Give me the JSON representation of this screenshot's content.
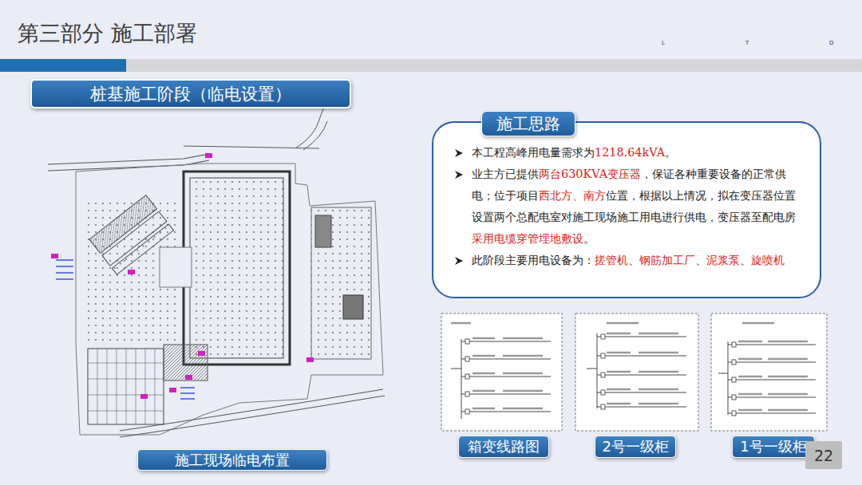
{
  "diagram": {
    "title": "第三部分 施工部署",
    "nodes": [
      {
        "text": [
          "桩基施工阶段（临电设置）"
        ]
      },
      {
        "text": [
          "施工现场临电布置"
        ]
      },
      {
        "text": [
          "本工程高峰用电量需求为",
          "1218.64kVA",
          "。",
          "业主方已提供",
          "两台630KVA变压器",
          "，保证各种重要设备的正常供电；位于项目",
          "西北方",
          "、",
          "南方",
          "位置，根据以上情况，拟在变压器位置设置两个总配电室对施工现场施工用电进行供电，变压器至配电房",
          "采用电缆穿管埋地敷设",
          "。",
          "此阶段主要用电设备为：",
          "搓管机",
          "、",
          "钢筋加工厂",
          "、",
          "泥浆泵",
          "、",
          "旋喷机"
        ]
      },
      {
        "text": [
          "施工思路"
        ],
        "in": 2
      },
      {
        "text": [
          "箱变线路图"
        ]
      },
      {
        "text": [
          "2号一级柜"
        ]
      },
      {
        "text": [
          "1号一级柜"
        ]
      },
      {
        "text": [
          "22"
        ]
      }
    ],
    "labels": [
      "L",
      "T",
      "D"
    ]
  }
}
